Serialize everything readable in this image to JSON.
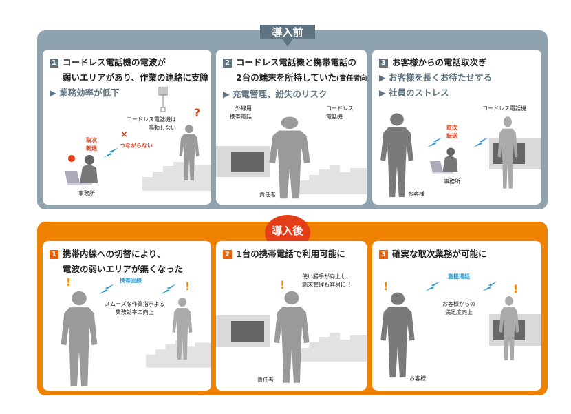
{
  "before": {
    "heading": "導入前",
    "panels": [
      {
        "num": "1",
        "title1": "コードレス電話機の電波が",
        "title2": "弱いエリアがあり、作業の連絡に支障",
        "bullets": [
          "業務効率が低下"
        ],
        "labels": {
          "cordless": "コードレス電話機は",
          "cordless2": "鳴動しない",
          "transfer1": "取次",
          "transfer2": "転送",
          "no_connect": "つながらない",
          "office": "事務所",
          "question": "?",
          "cross": "×"
        }
      },
      {
        "num": "2",
        "title1": "コードレス電話機と携帯電話の",
        "title2": "2台の端末を所持していた",
        "title2_note": "(責任者向け)",
        "bullets": [
          "充電管理、紛失のリスク"
        ],
        "labels": {
          "mobile1": "外線用",
          "mobile2": "携帯電話",
          "cordless1": "コードレス",
          "cordless2": "電話機",
          "manager": "責任者"
        }
      },
      {
        "num": "3",
        "title1": "お客様からの電話取次ぎ",
        "bullets": [
          "お客様を長くお待たせする",
          "社員のストレス"
        ],
        "labels": {
          "cordless": "コードレス電話機",
          "transfer1": "取次",
          "transfer2": "転送",
          "office": "事務所",
          "customer": "お客様"
        }
      }
    ]
  },
  "after": {
    "heading": "導入後",
    "panels": [
      {
        "num": "1",
        "title1": "携帯内線への切替により、",
        "title2": "電波の弱いエリアが無くなった",
        "labels": {
          "line": "携帯回線",
          "effect1": "スムーズな作業指示よる",
          "effect2": "業務効率の向上",
          "exclaim": "!"
        }
      },
      {
        "num": "2",
        "title1": "1台の携帯電話で利用可能に",
        "labels": {
          "note1": "使い勝手が向上し、",
          "note2": "端末管理も容易に!!",
          "manager": "責任者",
          "exclaim": "!"
        }
      },
      {
        "num": "3",
        "title1": "確実な取次業務が可能に",
        "labels": {
          "direct": "直接通話",
          "effect1": "お客様からの",
          "effect2": "満足度向上",
          "customer": "お客様",
          "exclaim": "!"
        }
      }
    ]
  },
  "colors": {
    "before": "#8fa3ae",
    "after": "#ef8200",
    "accent": "#e33d1a",
    "signal": "#2a9ad6"
  }
}
